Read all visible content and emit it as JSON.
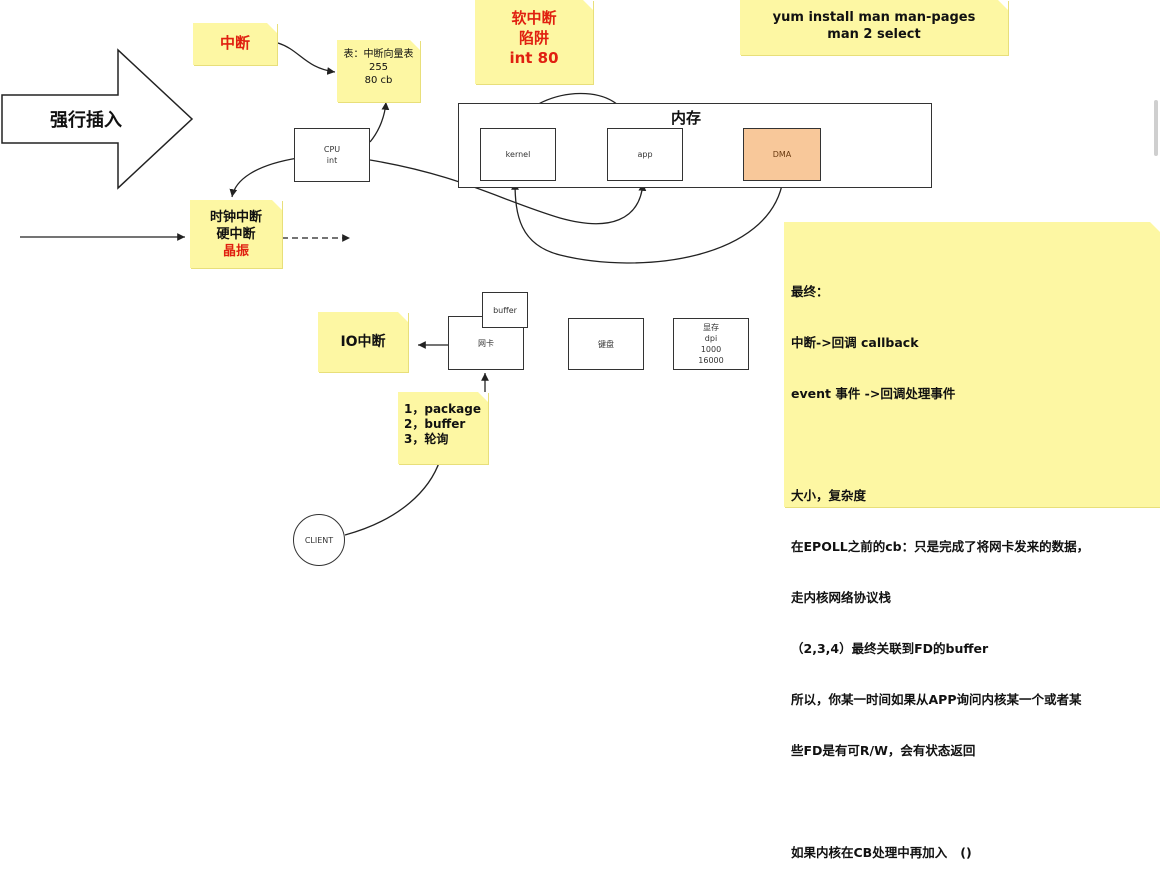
{
  "big_arrow": {
    "label": "强行插入"
  },
  "interrupt_note": {
    "label": "中断"
  },
  "vector_table_note": {
    "lines": [
      "表：中断向量表",
      "255",
      "80  cb"
    ]
  },
  "soft_interrupt_note": {
    "lines": [
      "软中断",
      "陷阱",
      "int  80"
    ]
  },
  "yum_note": {
    "lines": [
      "yum  install man  man-pages",
      "man 2 select"
    ]
  },
  "clock_note": {
    "lines": [
      "时钟中断",
      "硬中断",
      "晶振"
    ]
  },
  "memory": {
    "title": "内存",
    "kernel": "kernel",
    "app": "app",
    "dma": "DMA"
  },
  "cpu_box": {
    "lines": [
      "CPU",
      "int"
    ]
  },
  "io_note": {
    "label": "IO中断"
  },
  "buffer_box": {
    "label": "buffer"
  },
  "nic_box": {
    "label": "网卡"
  },
  "keyboard_box": {
    "label": "键盘"
  },
  "display_box": {
    "lines": [
      "显存",
      "dpi",
      "1000",
      "16000"
    ]
  },
  "steps_note": {
    "lines": [
      "1，package",
      "2，buffer",
      "3，轮询"
    ]
  },
  "client": {
    "label": "CLIENT"
  },
  "summary_note": {
    "lines": [
      "最终：",
      "中断->回调 callback",
      "event 事件 ->回调处理事件",
      "",
      "大小，复杂度",
      "在EPOLL之前的cb：只是完成了将网卡发来的数据，",
      "走内核网络协议栈",
      "（2,3,4）最终关联到FD的buffer",
      "所以，你某一时间如果从APP询问内核某一个或者某",
      "些FD是有可R/W，会有状态返回",
      "",
      "如果内核在CB处理中再加入   ()"
    ]
  },
  "colors": {
    "note": "#fdf7a3",
    "red_text": "#e02010",
    "dma_fill": "#f8c89a"
  }
}
